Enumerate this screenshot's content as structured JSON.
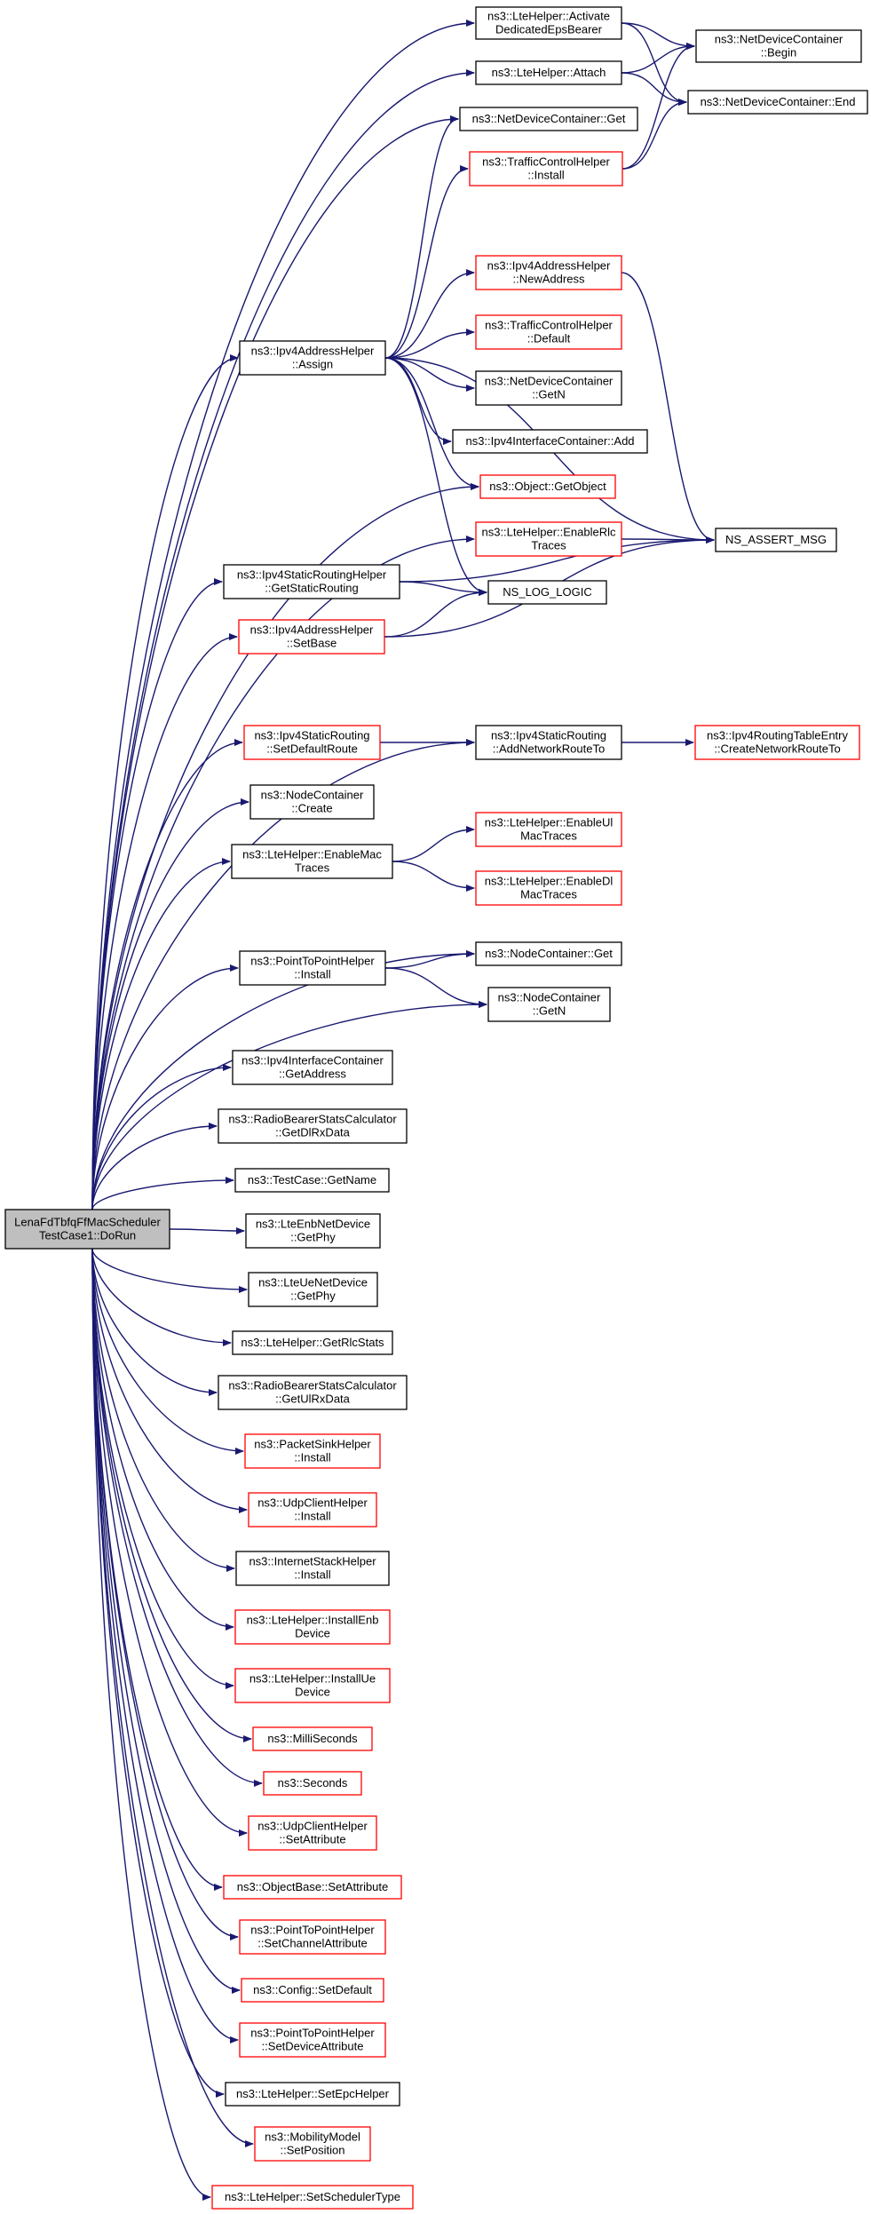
{
  "colors": {
    "edge": "#191970",
    "border_default": "#000000",
    "border_red": "#ff0000",
    "root_fill": "#bfbfbf",
    "node_fill": "#ffffff"
  },
  "nodes": [
    {
      "id": "root",
      "lines": [
        "LenaFdTbfqFfMacScheduler",
        "TestCase1::DoRun"
      ],
      "style": "root"
    },
    {
      "id": "lte_activate",
      "lines": [
        "ns3::LteHelper::Activate",
        "DedicatedEpsBearer"
      ],
      "style": "black"
    },
    {
      "id": "ndc_begin",
      "lines": [
        "ns3::NetDeviceContainer",
        "::Begin"
      ],
      "style": "black"
    },
    {
      "id": "lte_attach",
      "lines": [
        "ns3::LteHelper::Attach"
      ],
      "style": "black"
    },
    {
      "id": "ndc_end",
      "lines": [
        "ns3::NetDeviceContainer::End"
      ],
      "style": "black"
    },
    {
      "id": "ndc_get",
      "lines": [
        "ns3::NetDeviceContainer::Get"
      ],
      "style": "black"
    },
    {
      "id": "tch_install",
      "lines": [
        "ns3::TrafficControlHelper",
        "::Install"
      ],
      "style": "red"
    },
    {
      "id": "ipv4ah_newaddr",
      "lines": [
        "ns3::Ipv4AddressHelper",
        "::NewAddress"
      ],
      "style": "red"
    },
    {
      "id": "tch_default",
      "lines": [
        "ns3::TrafficControlHelper",
        "::Default"
      ],
      "style": "red"
    },
    {
      "id": "ipv4ah_assign",
      "lines": [
        "ns3::Ipv4AddressHelper",
        "::Assign"
      ],
      "style": "black"
    },
    {
      "id": "ndc_getn",
      "lines": [
        "ns3::NetDeviceContainer",
        "::GetN"
      ],
      "style": "black"
    },
    {
      "id": "ipv4ic_add",
      "lines": [
        "ns3::Ipv4InterfaceContainer::Add"
      ],
      "style": "black"
    },
    {
      "id": "object_getobject",
      "lines": [
        "ns3::Object::GetObject"
      ],
      "style": "red"
    },
    {
      "id": "lte_enablerlc",
      "lines": [
        "ns3::LteHelper::EnableRlc",
        "Traces"
      ],
      "style": "red"
    },
    {
      "id": "ns_assert",
      "lines": [
        "NS_ASSERT_MSG"
      ],
      "style": "black"
    },
    {
      "id": "ipv4srh_getsr",
      "lines": [
        "ns3::Ipv4StaticRoutingHelper",
        "::GetStaticRouting"
      ],
      "style": "black"
    },
    {
      "id": "ns_log_logic",
      "lines": [
        "NS_LOG_LOGIC"
      ],
      "style": "black"
    },
    {
      "id": "ipv4ah_setbase",
      "lines": [
        "ns3::Ipv4AddressHelper",
        "::SetBase"
      ],
      "style": "red"
    },
    {
      "id": "ipv4sr_setdefault",
      "lines": [
        "ns3::Ipv4StaticRouting",
        "::SetDefaultRoute"
      ],
      "style": "red"
    },
    {
      "id": "ipv4sr_addnet",
      "lines": [
        "ns3::Ipv4StaticRouting",
        "::AddNetworkRouteTo"
      ],
      "style": "black"
    },
    {
      "id": "ipv4rte_create",
      "lines": [
        "ns3::Ipv4RoutingTableEntry",
        "::CreateNetworkRouteTo"
      ],
      "style": "red"
    },
    {
      "id": "nc_create",
      "lines": [
        "ns3::NodeContainer",
        "::Create"
      ],
      "style": "black"
    },
    {
      "id": "lte_enablemac",
      "lines": [
        "ns3::LteHelper::EnableMac",
        "Traces"
      ],
      "style": "black"
    },
    {
      "id": "lte_enableulmac",
      "lines": [
        "ns3::LteHelper::EnableUl",
        "MacTraces"
      ],
      "style": "red"
    },
    {
      "id": "lte_enabledlmac",
      "lines": [
        "ns3::LteHelper::EnableDl",
        "MacTraces"
      ],
      "style": "red"
    },
    {
      "id": "p2p_install",
      "lines": [
        "ns3::PointToPointHelper",
        "::Install"
      ],
      "style": "black"
    },
    {
      "id": "nc_get",
      "lines": [
        "ns3::NodeContainer::Get"
      ],
      "style": "black"
    },
    {
      "id": "nc_getn",
      "lines": [
        "ns3::NodeContainer",
        "::GetN"
      ],
      "style": "black"
    },
    {
      "id": "ipv4ic_getaddr",
      "lines": [
        "ns3::Ipv4InterfaceContainer",
        "::GetAddress"
      ],
      "style": "black"
    },
    {
      "id": "rbsc_getdl",
      "lines": [
        "ns3::RadioBearerStatsCalculator",
        "::GetDlRxData"
      ],
      "style": "black"
    },
    {
      "id": "tc_getname",
      "lines": [
        "ns3::TestCase::GetName"
      ],
      "style": "black"
    },
    {
      "id": "enb_getphy",
      "lines": [
        "ns3::LteEnbNetDevice",
        "::GetPhy"
      ],
      "style": "black"
    },
    {
      "id": "ue_getphy",
      "lines": [
        "ns3::LteUeNetDevice",
        "::GetPhy"
      ],
      "style": "black"
    },
    {
      "id": "lte_getrlcstats",
      "lines": [
        "ns3::LteHelper::GetRlcStats"
      ],
      "style": "black"
    },
    {
      "id": "rbsc_getul",
      "lines": [
        "ns3::RadioBearerStatsCalculator",
        "::GetUlRxData"
      ],
      "style": "black"
    },
    {
      "id": "psh_install",
      "lines": [
        "ns3::PacketSinkHelper",
        "::Install"
      ],
      "style": "red"
    },
    {
      "id": "uch_install",
      "lines": [
        "ns3::UdpClientHelper",
        "::Install"
      ],
      "style": "red"
    },
    {
      "id": "ish_install",
      "lines": [
        "ns3::InternetStackHelper",
        "::Install"
      ],
      "style": "black"
    },
    {
      "id": "lte_installenb",
      "lines": [
        "ns3::LteHelper::InstallEnb",
        "Device"
      ],
      "style": "red"
    },
    {
      "id": "lte_installue",
      "lines": [
        "ns3::LteHelper::InstallUe",
        "Device"
      ],
      "style": "red"
    },
    {
      "id": "milliseconds",
      "lines": [
        "ns3::MilliSeconds"
      ],
      "style": "red"
    },
    {
      "id": "seconds",
      "lines": [
        "ns3::Seconds"
      ],
      "style": "red"
    },
    {
      "id": "uch_setattr",
      "lines": [
        "ns3::UdpClientHelper",
        "::SetAttribute"
      ],
      "style": "red"
    },
    {
      "id": "ob_setattr",
      "lines": [
        "ns3::ObjectBase::SetAttribute"
      ],
      "style": "red"
    },
    {
      "id": "p2p_setchan",
      "lines": [
        "ns3::PointToPointHelper",
        "::SetChannelAttribute"
      ],
      "style": "red"
    },
    {
      "id": "config_setdefault",
      "lines": [
        "ns3::Config::SetDefault"
      ],
      "style": "red"
    },
    {
      "id": "p2p_setdev",
      "lines": [
        "ns3::PointToPointHelper",
        "::SetDeviceAttribute"
      ],
      "style": "red"
    },
    {
      "id": "lte_setepc",
      "lines": [
        "ns3::LteHelper::SetEpcHelper"
      ],
      "style": "black"
    },
    {
      "id": "mm_setpos",
      "lines": [
        "ns3::MobilityModel",
        "::SetPosition"
      ],
      "style": "red"
    },
    {
      "id": "lte_setsched",
      "lines": [
        "ns3::LteHelper::SetSchedulerType"
      ],
      "style": "red"
    }
  ],
  "edges": [
    {
      "from": "root",
      "to": "lte_activate"
    },
    {
      "from": "root",
      "to": "lte_attach"
    },
    {
      "from": "root",
      "to": "ndc_get"
    },
    {
      "from": "root",
      "to": "ipv4ah_assign"
    },
    {
      "from": "root",
      "to": "object_getobject"
    },
    {
      "from": "root",
      "to": "lte_enablerlc"
    },
    {
      "from": "root",
      "to": "ipv4srh_getsr"
    },
    {
      "from": "root",
      "to": "ipv4ah_setbase"
    },
    {
      "from": "root",
      "to": "ipv4sr_addnet"
    },
    {
      "from": "root",
      "to": "ipv4sr_setdefault"
    },
    {
      "from": "root",
      "to": "nc_create"
    },
    {
      "from": "root",
      "to": "lte_enablemac"
    },
    {
      "from": "root",
      "to": "nc_get"
    },
    {
      "from": "root",
      "to": "p2p_install"
    },
    {
      "from": "root",
      "to": "nc_getn"
    },
    {
      "from": "root",
      "to": "ipv4ic_getaddr"
    },
    {
      "from": "root",
      "to": "rbsc_getdl"
    },
    {
      "from": "root",
      "to": "tc_getname"
    },
    {
      "from": "root",
      "to": "enb_getphy"
    },
    {
      "from": "root",
      "to": "ue_getphy"
    },
    {
      "from": "root",
      "to": "lte_getrlcstats"
    },
    {
      "from": "root",
      "to": "rbsc_getul"
    },
    {
      "from": "root",
      "to": "psh_install"
    },
    {
      "from": "root",
      "to": "uch_install"
    },
    {
      "from": "root",
      "to": "ish_install"
    },
    {
      "from": "root",
      "to": "lte_installenb"
    },
    {
      "from": "root",
      "to": "lte_installue"
    },
    {
      "from": "root",
      "to": "milliseconds"
    },
    {
      "from": "root",
      "to": "seconds"
    },
    {
      "from": "root",
      "to": "uch_setattr"
    },
    {
      "from": "root",
      "to": "ob_setattr"
    },
    {
      "from": "root",
      "to": "p2p_setchan"
    },
    {
      "from": "root",
      "to": "config_setdefault"
    },
    {
      "from": "root",
      "to": "p2p_setdev"
    },
    {
      "from": "root",
      "to": "lte_setepc"
    },
    {
      "from": "root",
      "to": "mm_setpos"
    },
    {
      "from": "root",
      "to": "lte_setsched"
    },
    {
      "from": "lte_activate",
      "to": "ndc_begin"
    },
    {
      "from": "lte_activate",
      "to": "ndc_end"
    },
    {
      "from": "lte_attach",
      "to": "ndc_begin"
    },
    {
      "from": "lte_attach",
      "to": "ndc_end"
    },
    {
      "from": "tch_install",
      "to": "ndc_begin"
    },
    {
      "from": "tch_install",
      "to": "ndc_end"
    },
    {
      "from": "ipv4ah_assign",
      "to": "ndc_get"
    },
    {
      "from": "ipv4ah_assign",
      "to": "tch_install"
    },
    {
      "from": "ipv4ah_assign",
      "to": "ipv4ah_newaddr"
    },
    {
      "from": "ipv4ah_assign",
      "to": "tch_default"
    },
    {
      "from": "ipv4ah_assign",
      "to": "ndc_getn"
    },
    {
      "from": "ipv4ah_assign",
      "to": "ipv4ic_add"
    },
    {
      "from": "ipv4ah_assign",
      "to": "object_getobject"
    },
    {
      "from": "ipv4ah_assign",
      "to": "ns_log_logic"
    },
    {
      "from": "ipv4ah_assign",
      "to": "ns_assert"
    },
    {
      "from": "ipv4ah_newaddr",
      "to": "ns_assert"
    },
    {
      "from": "lte_enablerlc",
      "to": "ns_assert"
    },
    {
      "from": "ipv4srh_getsr",
      "to": "ns_log_logic"
    },
    {
      "from": "ipv4srh_getsr",
      "to": "ns_assert"
    },
    {
      "from": "ipv4ah_setbase",
      "to": "ns_log_logic"
    },
    {
      "from": "ipv4ah_setbase",
      "to": "ns_assert"
    },
    {
      "from": "ipv4sr_setdefault",
      "to": "ipv4sr_addnet"
    },
    {
      "from": "ipv4sr_addnet",
      "to": "ipv4rte_create"
    },
    {
      "from": "lte_enablemac",
      "to": "lte_enableulmac"
    },
    {
      "from": "lte_enablemac",
      "to": "lte_enabledlmac"
    },
    {
      "from": "p2p_install",
      "to": "nc_get"
    },
    {
      "from": "p2p_install",
      "to": "nc_getn"
    }
  ]
}
